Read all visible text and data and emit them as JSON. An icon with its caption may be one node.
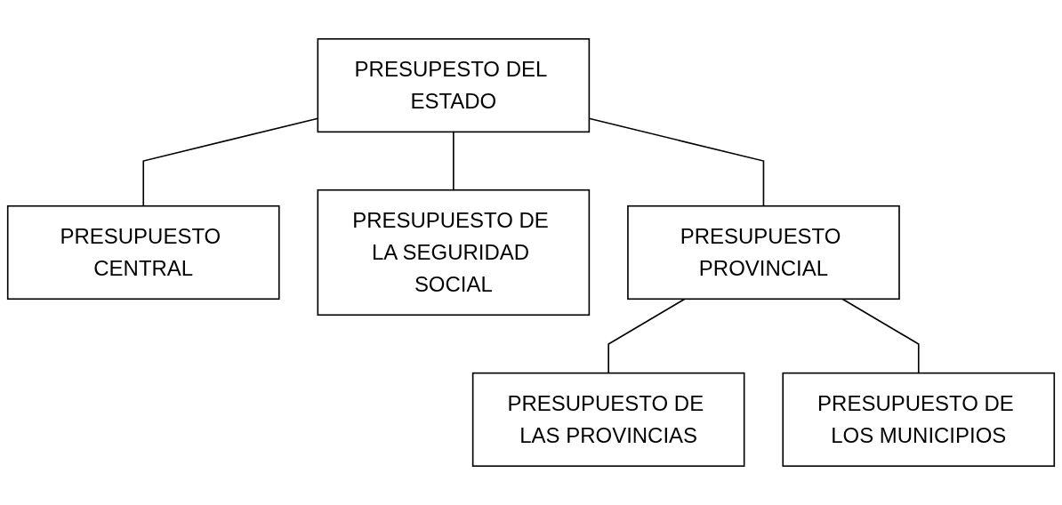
{
  "diagram": {
    "nodes": [
      {
        "text": [
          "PRESUPESTO DEL ESTADO"
        ]
      },
      {
        "text": [
          "PRESUPUESTO CENTRAL"
        ]
      },
      {
        "text": [
          "PRESUPUESTO DE LA SEGURIDAD SOCIAL"
        ]
      },
      {
        "text": [
          "PRESUPUESTO PROVINCIAL"
        ]
      },
      {
        "text": [
          "PRESUPUESTO DE LAS PROVINCIAS"
        ]
      },
      {
        "text": [
          "PRESUPUESTO DE LOS MUNICIPIOS"
        ]
      }
    ],
    "edges": [
      {
        "from": 0,
        "to": 1,
        "arrow": "none"
      },
      {
        "from": 0,
        "to": 2,
        "arrow": "none"
      },
      {
        "from": 0,
        "to": 3,
        "arrow": "none"
      },
      {
        "from": 3,
        "to": 4,
        "arrow": "none"
      },
      {
        "from": 3,
        "to": 5,
        "arrow": "none"
      }
    ]
  }
}
